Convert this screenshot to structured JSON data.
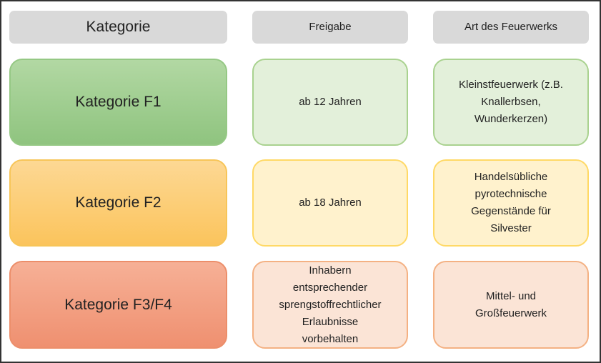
{
  "headers": {
    "category": "Kategorie",
    "release": "Freigabe",
    "type": "Art des Feuerwerks"
  },
  "rows": [
    {
      "category": "Kategorie F1",
      "release": [
        "ab 12 Jahren"
      ],
      "type": [
        "Kleinstfeuerwerk (z.B.",
        "Knallerbsen,",
        "Wunderkerzen)"
      ]
    },
    {
      "category": "Kategorie F2",
      "release": [
        "ab 18 Jahren"
      ],
      "type": [
        "Handelsübliche",
        "pyrotechnische",
        "Gegenstände für",
        "Silvester"
      ]
    },
    {
      "category": "Kategorie F3/F4",
      "release": [
        "Inhabern",
        "entsprechender",
        "sprengstoffrechtlicher",
        "Erlaubnisse",
        "vorbehalten"
      ],
      "type": [
        "Mittel- und",
        "Großfeuerwerk"
      ]
    }
  ]
}
